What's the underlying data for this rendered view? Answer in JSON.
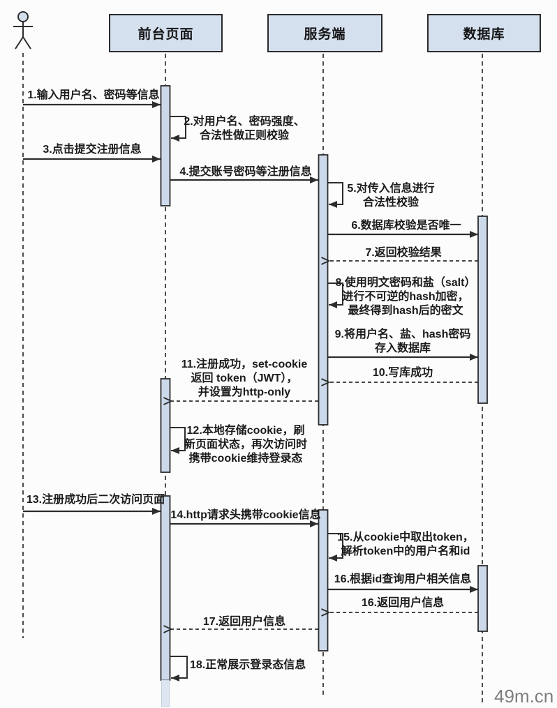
{
  "participants": {
    "frontend": "前台页面",
    "server": "服务端",
    "database": "数据库"
  },
  "messages": {
    "m1": "1.输入用户名、密码等信息",
    "m2": "2.对用户名、密码强度、\n合法性做正则校验",
    "m3": "3.点击提交注册信息",
    "m4": "4.提交账号密码等注册信息",
    "m5": "5.对传入信息进行\n合法性校验",
    "m6": "6.数据库校验是否唯一",
    "m7": "7.返回校验结果",
    "m8": "8.使用明文密码和盐（salt）\n进行不可逆的hash加密，\n最终得到hash后的密文",
    "m9": "9.将用户名、盐、hash密码\n存入数据库",
    "m10": "10.写库成功",
    "m11": "11.注册成功，set-cookie\n返回 token（JWT），\n并设置为http-only",
    "m12": "12.本地存储cookie，刷\n新页面状态，再次访问时\n携带cookie维持登录态",
    "m13": "13.注册成功后二次访问页面",
    "m14": "14.http请求头携带cookie信息",
    "m15": "15.从cookie中取出token，\n解析token中的用户名和id",
    "m16": "16.根据id查询用户相关信息",
    "m16r": "16.返回用户信息",
    "m17": "17.返回用户信息",
    "m18": "18.正常展示登录态信息"
  },
  "watermark": "49m.cn",
  "colors": {
    "participant_fill": "#d5e0ef",
    "activation_fill": "#ccd9ea",
    "line": "#2d2d2d",
    "label_text": "#1b1b1b",
    "watermark_text": "#7e7e7e"
  }
}
